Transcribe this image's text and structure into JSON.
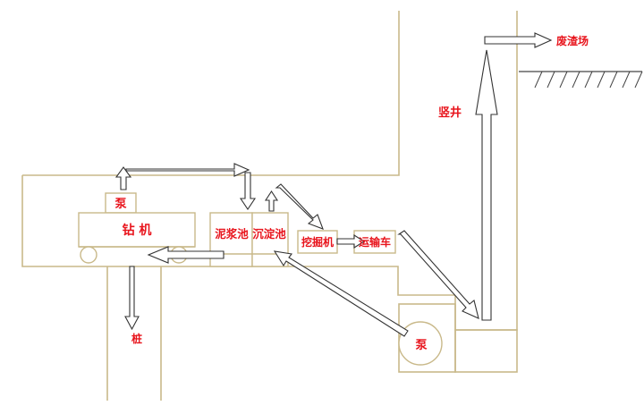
{
  "colors": {
    "label": "#e8141c",
    "wall": "#c9b98a",
    "arrow": "#333333",
    "ground": "#444444"
  },
  "labels": {
    "pump_top": "泵",
    "drill": "钻 机",
    "mud_pit": "泥浆池",
    "sediment_pit": "沉淀池",
    "excavator": "挖掘机",
    "truck": "运输车",
    "pile": "桩",
    "pump_bottom": "泵",
    "shaft": "竖井",
    "waste_site": "废渣场"
  }
}
